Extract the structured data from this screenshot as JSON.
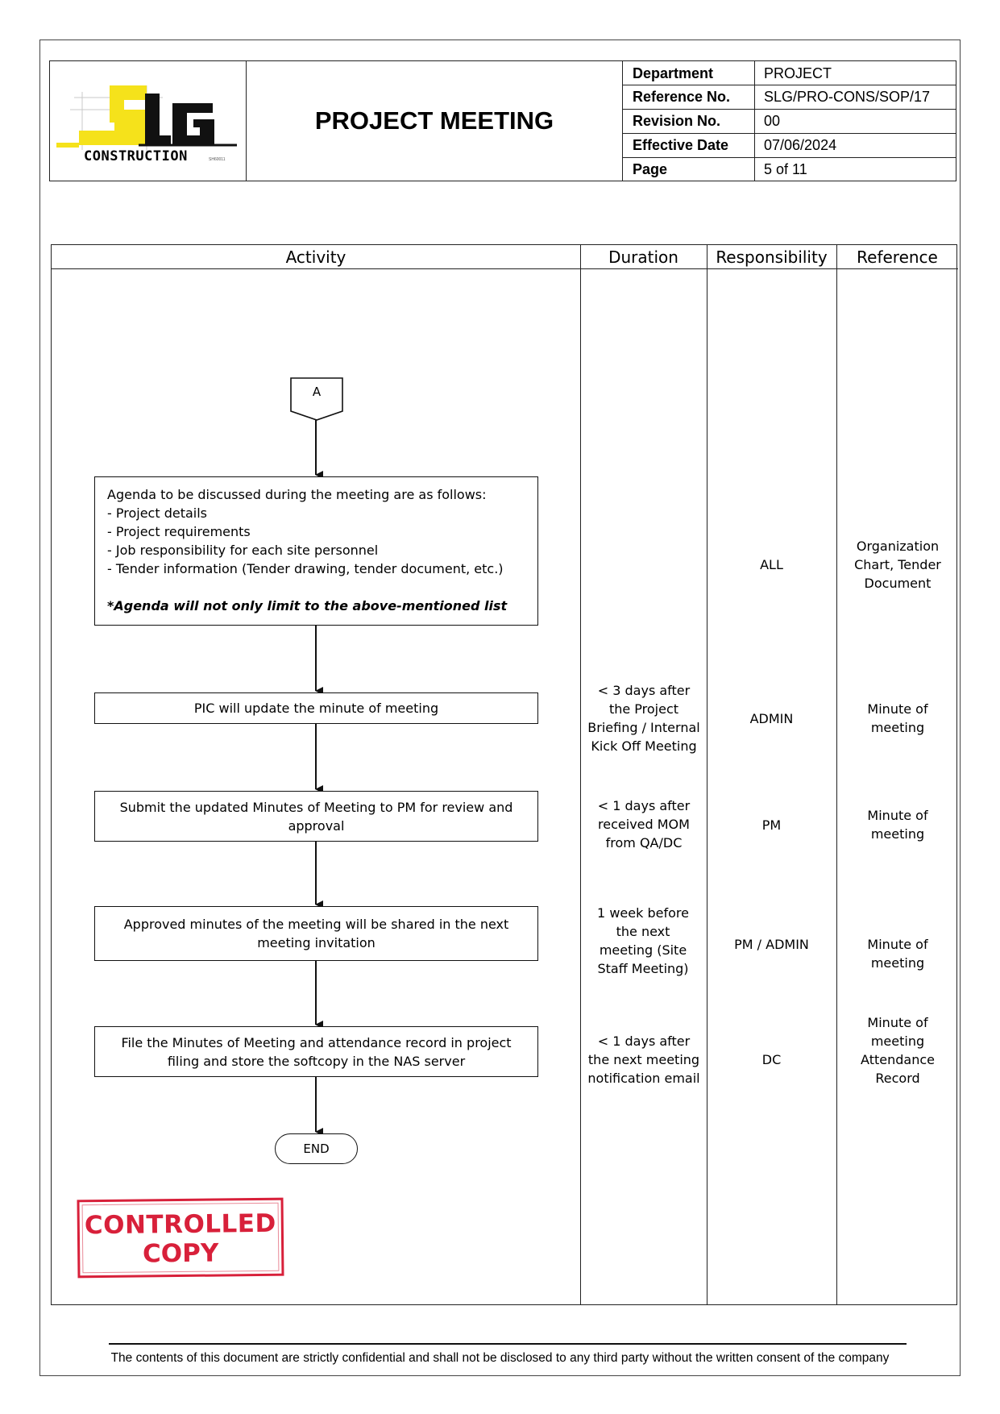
{
  "logo": {
    "brand": "SLG",
    "sub": "CONSTRUCTION",
    "small": "SH60011"
  },
  "header": {
    "title": "PROJECT MEETING",
    "meta": [
      {
        "label": "Department",
        "value": "PROJECT"
      },
      {
        "label": "Reference No.",
        "value": "SLG/PRO-CONS/SOP/17"
      },
      {
        "label": "Revision No.",
        "value": "00"
      },
      {
        "label": "Effective Date",
        "value": "07/06/2024"
      },
      {
        "label": "Page",
        "value": "5 of 11"
      }
    ]
  },
  "table": {
    "columns": [
      "Activity",
      "Duration",
      "Responsibility",
      "Reference"
    ]
  },
  "flow": {
    "connector": "A",
    "agenda": {
      "lines": [
        "Agenda to be discussed during the meeting are as follows:",
        "- Project details",
        "- Project requirements",
        "- Job responsibility for each site personnel",
        "- Tender information (Tender drawing, tender document, etc.)"
      ],
      "note": "*Agenda will not only limit to the above-mentioned list"
    },
    "steps": [
      {
        "text": "PIC will update the minute of meeting"
      },
      {
        "text": "Submit the updated Minutes of Meeting to PM for review and approval"
      },
      {
        "text": "Approved minutes of the meeting will be shared in the next meeting invitation"
      },
      {
        "text": "File the Minutes of Meeting and attendance record in project filing and store the softcopy in the NAS server"
      }
    ],
    "end": "END"
  },
  "rows": [
    {
      "duration": "",
      "responsibility": "ALL",
      "reference": "Organization Chart, Tender Document"
    },
    {
      "duration": "< 3 days after the Project Briefing / Internal Kick Off Meeting",
      "responsibility": "ADMIN",
      "reference": "Minute of meeting"
    },
    {
      "duration": "< 1 days after received MOM from QA/DC",
      "responsibility": "PM",
      "reference": "Minute of meeting"
    },
    {
      "duration": "1 week before the next meeting (Site Staff Meeting)",
      "responsibility": "PM / ADMIN",
      "reference": "Minute of meeting"
    },
    {
      "duration": "< 1 days after the next meeting notification email",
      "responsibility": "DC",
      "reference": "Minute of meeting Attendance Record"
    }
  ],
  "stamp": {
    "line1": "CONTROLLED",
    "line2": "COPY",
    "color": "#d8203a"
  },
  "footer": "The contents of this document are strictly confidential and shall not be disclosed to any third party without the written consent of the company"
}
